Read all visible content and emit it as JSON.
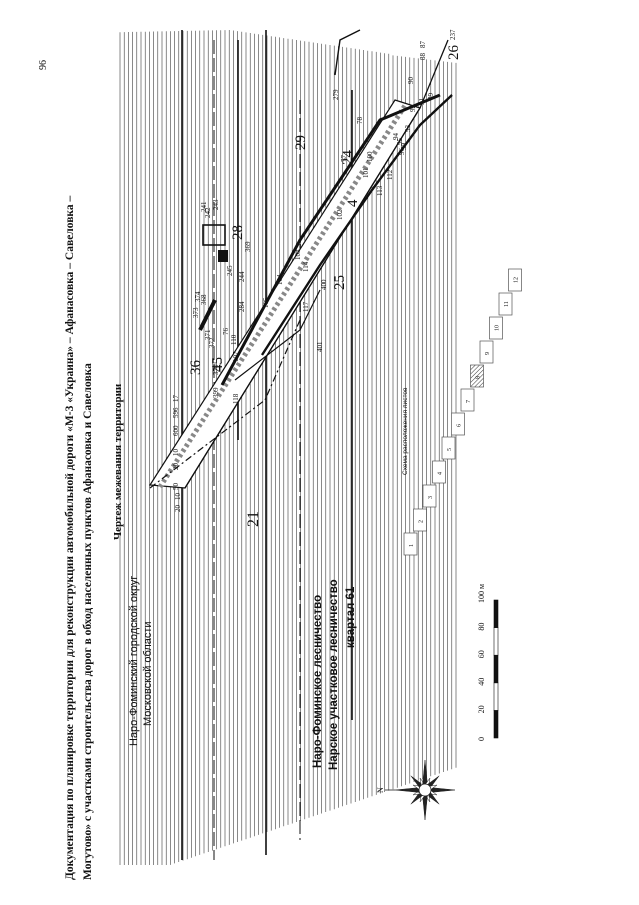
{
  "page_number": "96",
  "title_line1": "Документация по планировке территории для реконструкции автомобильной дороги «М-3 «Украина» – Афанасовка – Савеловка –",
  "title_line2": "Могутово» с участками строительства дорог в обход населенных пунктов Афанасовка и Савеловка",
  "drawing_title": "Чертеж межевания территории",
  "region_line1": "Наро-Фоминский городской округ",
  "region_line2": "Московской области",
  "forest_line1": "Наро-Фоминское лесничество",
  "forest_line2": "Нарское участковое лесничество",
  "forest_line3": "квартал 61",
  "sheet_scheme_label": "Схема расположения листов",
  "sheets": [
    "1",
    "2",
    "3",
    "4",
    "5",
    "6",
    "7",
    "8",
    "9",
    "10",
    "11",
    "12"
  ],
  "current_sheet": "8",
  "scale_ticks": [
    "0",
    "20",
    "40",
    "60",
    "80",
    "100 м"
  ],
  "north_label": "N",
  "parcel_numbers": [
    "21",
    "29",
    "28",
    "36",
    "45",
    "4",
    "24",
    "25",
    "26"
  ],
  "point_labels": [
    "50",
    "20",
    "10",
    "600",
    "596",
    "17",
    "118",
    "107",
    "401",
    "117",
    "105",
    "104",
    "103",
    "102",
    "101",
    "100",
    "113",
    "112",
    "114",
    "400",
    "399",
    "370",
    "110",
    "76",
    "284",
    "244",
    "369",
    "245",
    "241",
    "242",
    "243",
    "368",
    "374",
    "373",
    "371",
    "372",
    "279",
    "78",
    "77",
    "94",
    "93",
    "92",
    "91",
    "90",
    "89",
    "88",
    "87",
    "237",
    "95",
    "96",
    "99",
    "20",
    "10"
  ],
  "colors": {
    "hatch": "#2a2a2a",
    "line": "#111111",
    "dashed": "#888888"
  }
}
